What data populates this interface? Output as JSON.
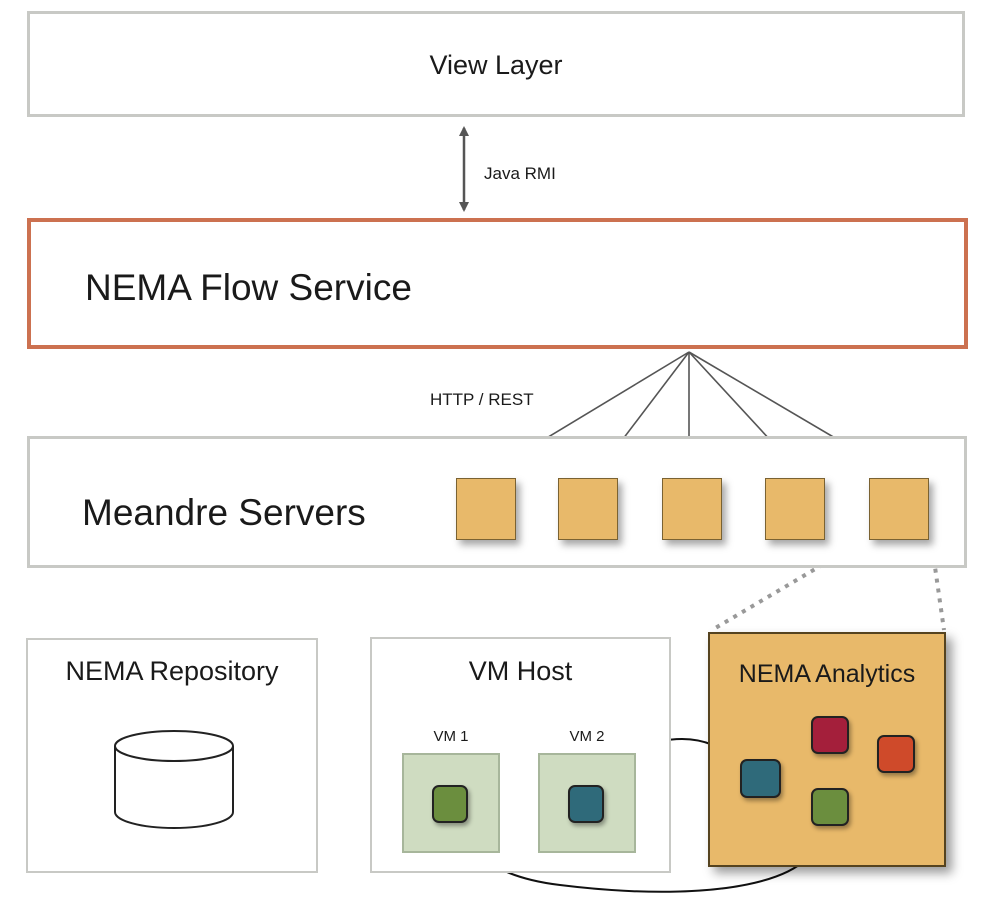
{
  "view_layer": {
    "title": "View Layer"
  },
  "rmi_link": {
    "label": "Java RMI"
  },
  "flow_service": {
    "title": "NEMA Flow Service"
  },
  "rest_link": {
    "label": "HTTP / REST"
  },
  "meandre": {
    "title": "Meandre Servers",
    "server_count": 5
  },
  "repository": {
    "title": "NEMA Repository"
  },
  "vm_host": {
    "title": "VM Host",
    "vms": [
      {
        "label": "VM 1"
      },
      {
        "label": "VM 2"
      }
    ]
  },
  "analytics": {
    "title": "NEMA Analytics"
  },
  "colors": {
    "box_border": "#c8c9c5",
    "flow_border": "#cc7150",
    "server_fill": "#e8b96a",
    "vm_fill": "#cfdcc1",
    "node_green": "#6b8e3e",
    "node_teal": "#2f6a7a",
    "node_crimson": "#a41f3b",
    "node_orange": "#cf4a2a"
  }
}
